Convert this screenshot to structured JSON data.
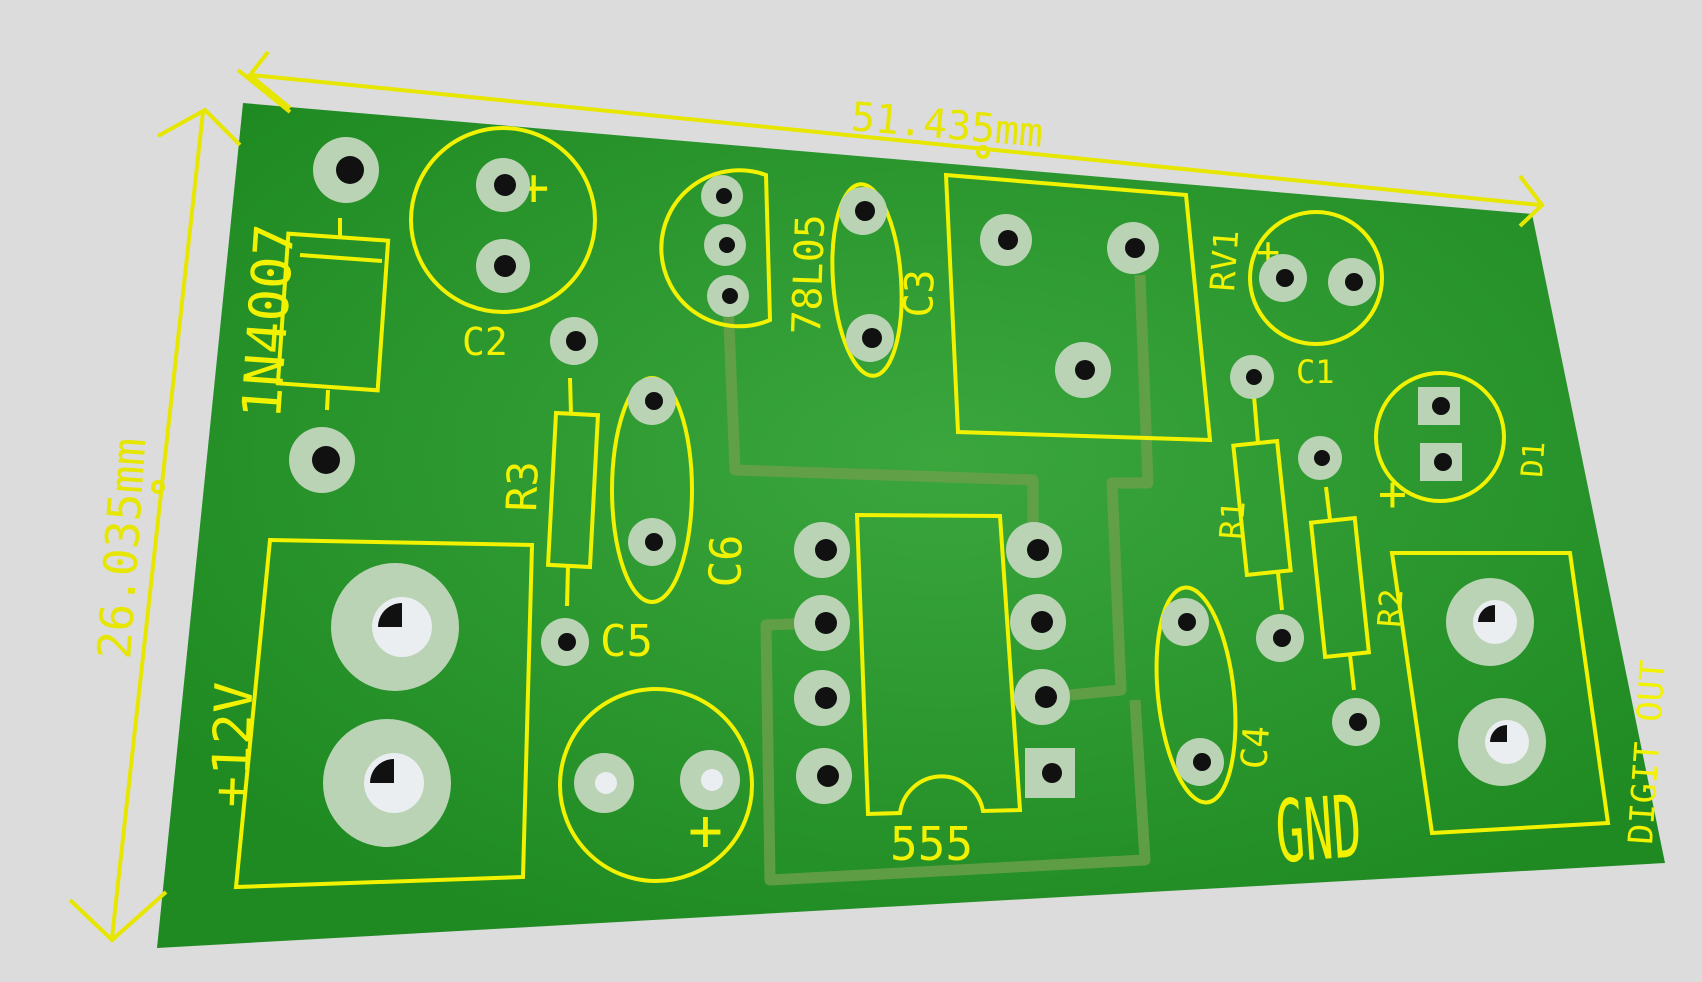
{
  "colors": {
    "background": "#dcdcdc",
    "board": "#1f8a22",
    "board_light": "#3aa63d",
    "silkscreen": "#f2f200",
    "trace": "#6aa04a",
    "pad": "#b9d3b4",
    "hole": "#eaeef0",
    "dimension": "#e6e600"
  },
  "dimensions": {
    "width": "51.435mm",
    "height": "26.035mm"
  },
  "labels": {
    "diode_main": "1N4007",
    "c2": "C2",
    "regulator": "78L05",
    "c3": "C3",
    "rv1": "RV1",
    "c1": "C1",
    "d1": "D1",
    "r3": "R3",
    "c6": "C6",
    "c5": "C5",
    "power": "+12V",
    "timer": "555",
    "r1": "R1",
    "r2": "R2",
    "c4": "C4",
    "gnd": "GND",
    "digit_out": "DIGIT OUT",
    "plus": "+"
  }
}
